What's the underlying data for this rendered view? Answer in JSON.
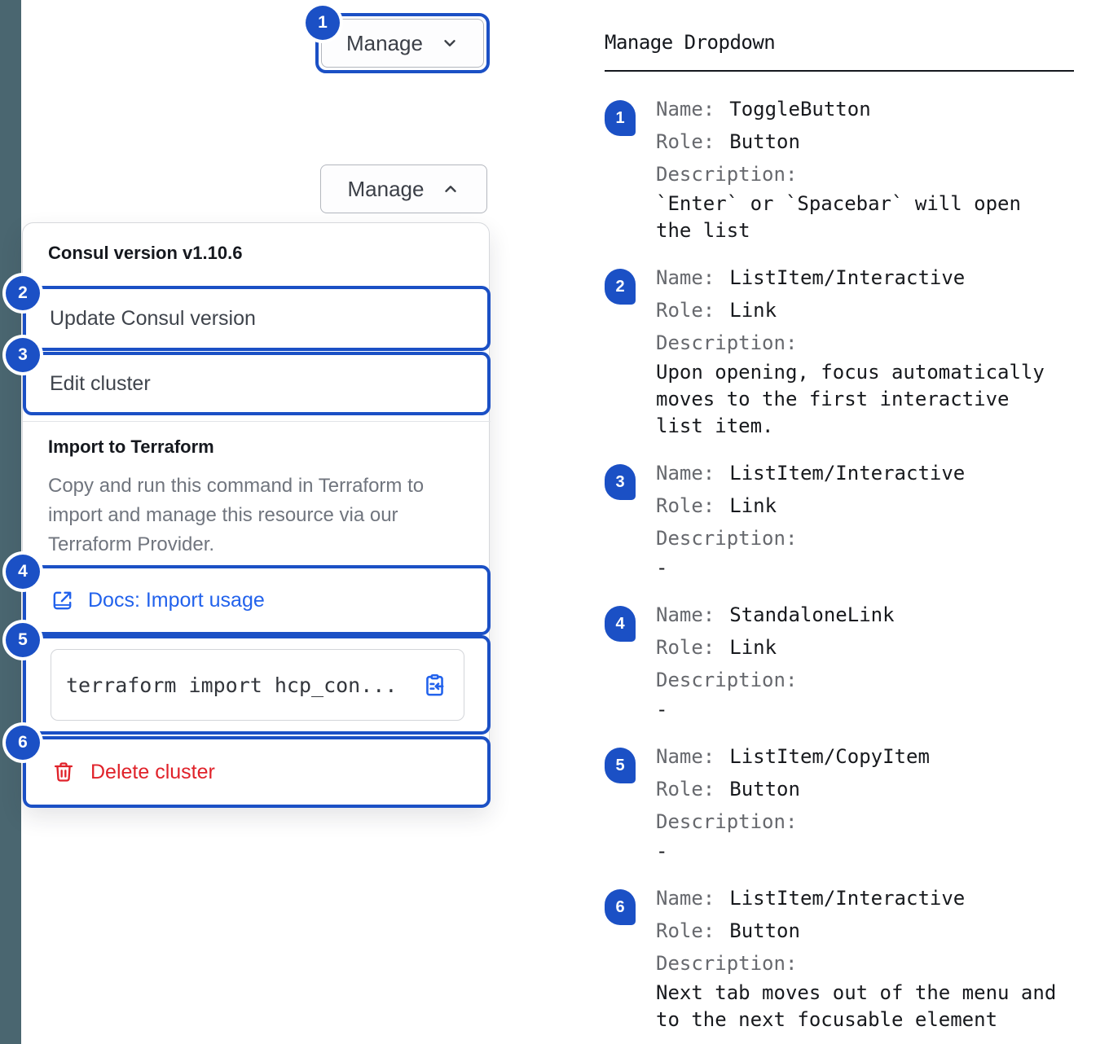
{
  "left": {
    "toggle_collapsed": {
      "label": "Manage",
      "chevron": "down",
      "badge": "1"
    },
    "toggle_expanded": {
      "label": "Manage",
      "chevron": "up"
    },
    "menu": {
      "version_label": "Consul version v1.10.6",
      "items": [
        {
          "badge": "2",
          "label": "Update Consul version"
        },
        {
          "badge": "3",
          "label": "Edit cluster"
        }
      ],
      "import_section": {
        "title": "Import to Terraform",
        "description": "Copy and run this command in Terraform to import and manage this resource via our Terraform Provider.",
        "docs_link": {
          "badge": "4",
          "label": "Docs: Import usage",
          "icon": "docs-link-icon"
        },
        "code_snippet": {
          "badge": "5",
          "code": "terraform import hcp_con...",
          "icon": "clipboard-copy-icon"
        },
        "delete_item": {
          "badge": "6",
          "label": "Delete cluster",
          "icon": "trash-icon"
        }
      }
    }
  },
  "right": {
    "title": "Manage Dropdown",
    "labels": {
      "name": "Name:",
      "role": "Role:",
      "description": "Description:"
    },
    "entries": [
      {
        "badge": "1",
        "name": "ToggleButton",
        "role": "Button",
        "description": "`Enter` or `Spacebar` will open the list"
      },
      {
        "badge": "2",
        "name": "ListItem/Interactive",
        "role": "Link",
        "description": "Upon opening, focus automatically moves to the first interactive list item."
      },
      {
        "badge": "3",
        "name": "ListItem/Interactive",
        "role": "Link",
        "description": "-"
      },
      {
        "badge": "4",
        "name": "StandaloneLink",
        "role": "Link",
        "description": "-"
      },
      {
        "badge": "5",
        "name": "ListItem/CopyItem",
        "role": "Button",
        "description": "-"
      },
      {
        "badge": "6",
        "name": "ListItem/Interactive",
        "role": "Button",
        "description": "Next tab moves out of the menu and to the next focusable element"
      }
    ]
  },
  "colors": {
    "focus_blue": "#1b50c5",
    "link_blue": "#2262ec",
    "critical_red": "#e0222a",
    "sidebar_strip": "#4a6670",
    "text_dark": "#15181e",
    "text_muted": "#70757e"
  }
}
